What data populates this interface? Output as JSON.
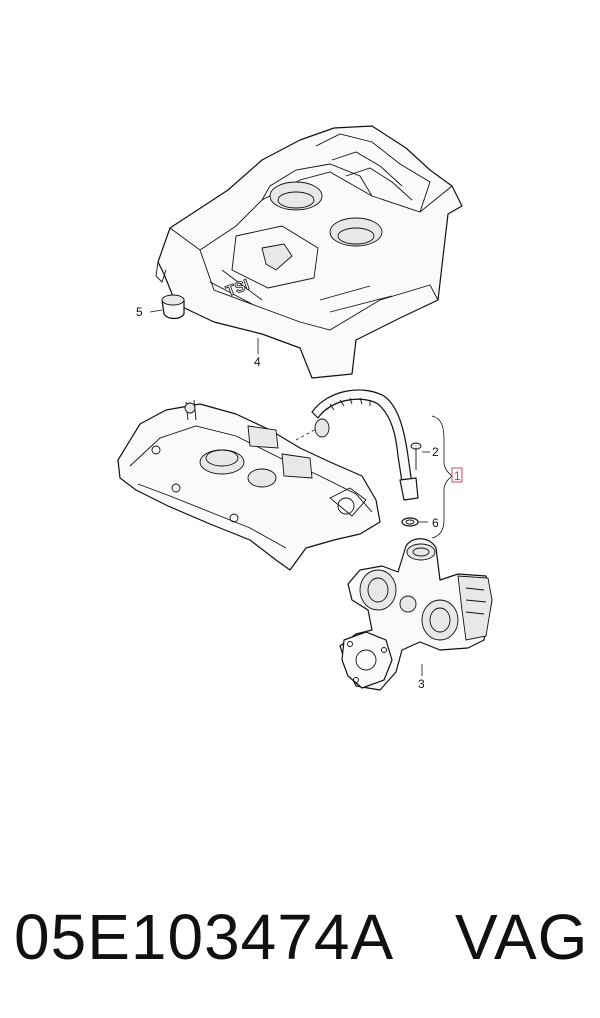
{
  "diagram": {
    "callouts": {
      "c1": "1",
      "c2": "2",
      "c3": "3",
      "c4": "4",
      "c5": "5",
      "c6": "6"
    },
    "cover_badge": "TSI"
  },
  "footer": {
    "part_number": "05E103474A",
    "brand": "VAG"
  }
}
